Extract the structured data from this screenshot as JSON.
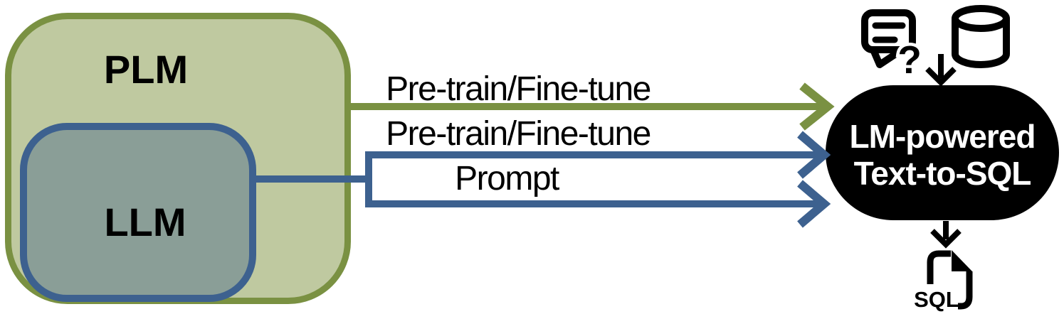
{
  "plm": {
    "label": "PLM",
    "fill": "#BFC9A0",
    "border_color": "#7A9142"
  },
  "llm": {
    "label": "LLM",
    "fill": "#8A9E97",
    "border_color": "#3D618F"
  },
  "arrows": {
    "pretrain_plm": {
      "label": "Pre-train/Fine-tune",
      "color": "#7A9142"
    },
    "pretrain_llm": {
      "label": "Pre-train/Fine-tune",
      "color": "#3D618F"
    },
    "prompt": {
      "label": "Prompt",
      "color": "#3D618F"
    }
  },
  "node": {
    "line1": "LM-powered",
    "line2": "Text-to-SQL",
    "fill": "#000000",
    "text_color": "#FFFFFF"
  },
  "icons": {
    "question": {
      "name": "chat-question-icon",
      "glyph": "?"
    },
    "database": {
      "name": "database-icon"
    },
    "input_arrow": {
      "name": "down-arrow-icon"
    },
    "output_arrow": {
      "name": "down-arrow-icon"
    },
    "sql_file": {
      "name": "sql-file-icon",
      "label": "SQL"
    }
  }
}
